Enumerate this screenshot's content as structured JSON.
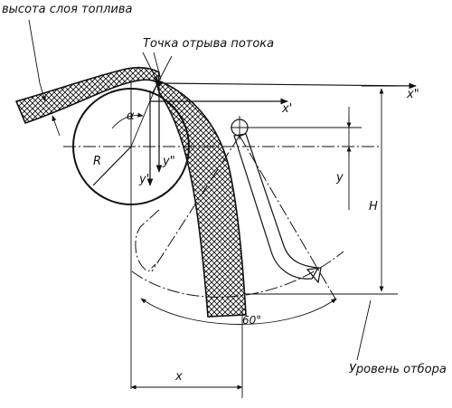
{
  "labels": {
    "layer_height": "высота слоя топлива",
    "separation_point": "Точка отрыва потока",
    "x_double_prime": "x\"",
    "x_prime": "x'",
    "alpha": "α",
    "radius": "R",
    "y_double_prime": "y\"",
    "y_prime": "y'",
    "y": "y",
    "height": "H",
    "angle": "60°",
    "takeoff_level": "Уровень отбора",
    "x": "x"
  }
}
